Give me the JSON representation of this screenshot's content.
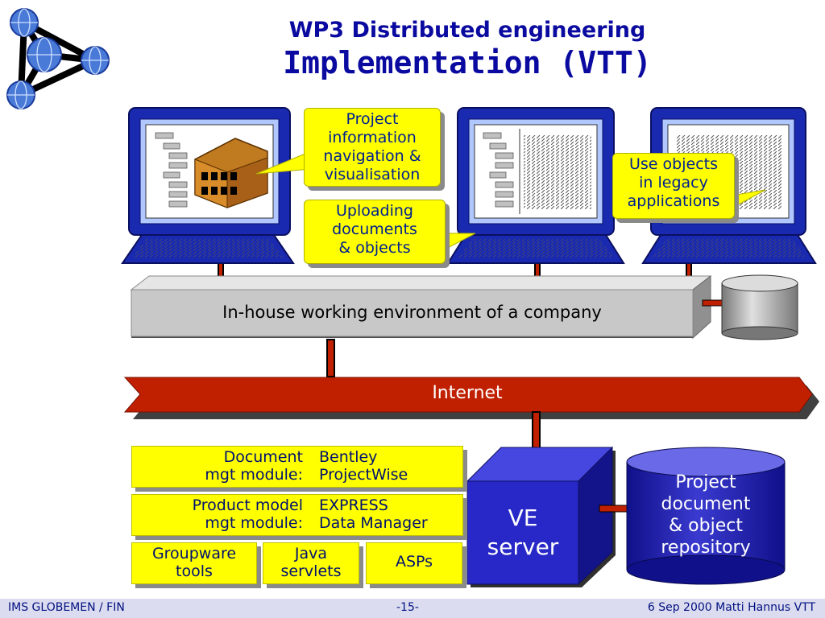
{
  "header": {
    "line1": "WP3 Distributed engineering",
    "line2": "Implementation (VTT)"
  },
  "callouts": {
    "navigation": [
      "Project",
      "information",
      "navigation &",
      "visualisation"
    ],
    "uploading": [
      "Uploading",
      "documents",
      "& objects"
    ],
    "legacy": [
      "Use objects",
      "in legacy",
      "applications"
    ]
  },
  "environment": {
    "label": "In-house working environment of a company"
  },
  "network": {
    "label": "Internet"
  },
  "modules": {
    "document": {
      "left": [
        "Document",
        "mgt module:"
      ],
      "right": [
        "Bentley",
        "ProjectWise"
      ]
    },
    "product": {
      "left": [
        "Product model",
        "mgt module:"
      ],
      "right": [
        "EXPRESS",
        "Data Manager"
      ]
    },
    "groupware": [
      "Groupware",
      "tools"
    ],
    "java": [
      "Java",
      "servlets"
    ],
    "asps": "ASPs"
  },
  "server": {
    "label_line1": "VE",
    "label_line2": "server"
  },
  "repository": {
    "lines": [
      "Project",
      "document",
      "& object",
      "repository"
    ]
  },
  "footer": {
    "left": "IMS GLOBEMEN / FIN",
    "center": "-15-",
    "right": "6 Sep 2000  Matti Hannus VTT"
  },
  "colors": {
    "title": "#0a0aa0",
    "callout_fill": "#ffff00",
    "callout_text": "#002090",
    "internet_band": "#c02000",
    "monitor": "#1a2ab0",
    "server": "#2828c8",
    "repository": "#1a1aa0"
  }
}
